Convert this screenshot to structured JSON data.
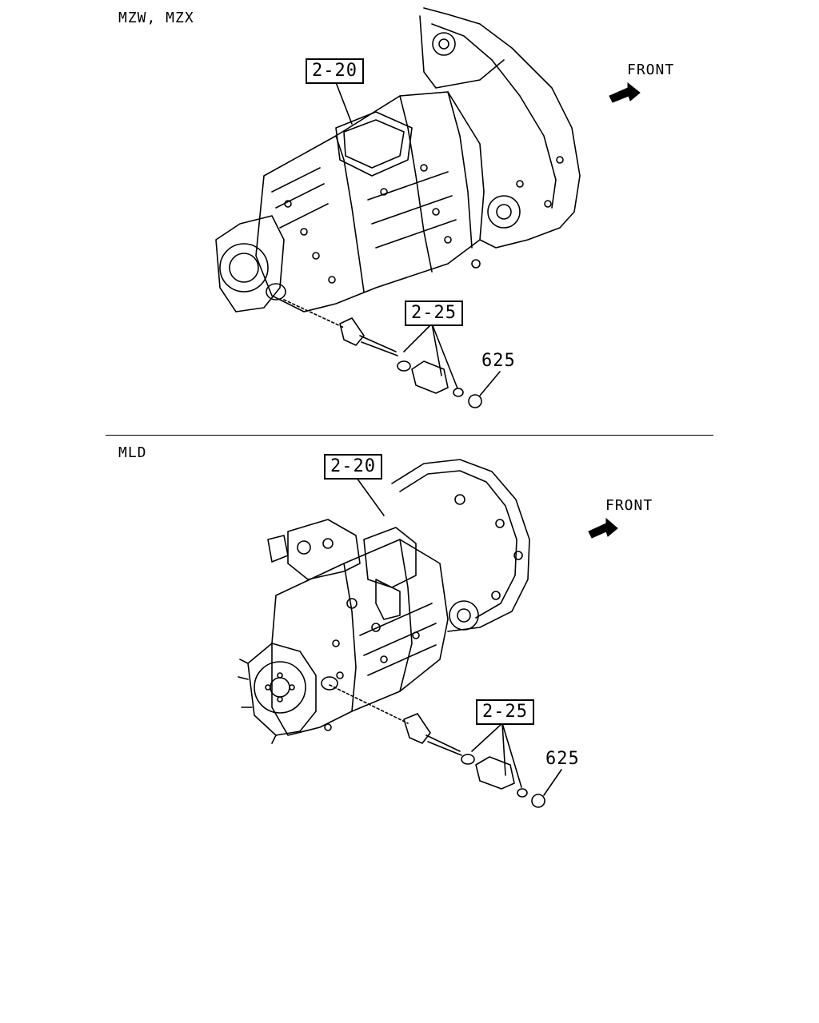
{
  "sections": [
    {
      "variant_label": "MZW, MZX",
      "front_label": "FRONT",
      "ref_housing": "2-20",
      "ref_speedo": "2-25",
      "part_number": "625"
    },
    {
      "variant_label": "MLD",
      "front_label": "FRONT",
      "ref_housing": "2-20",
      "ref_speedo": "2-25",
      "part_number": "625"
    }
  ]
}
